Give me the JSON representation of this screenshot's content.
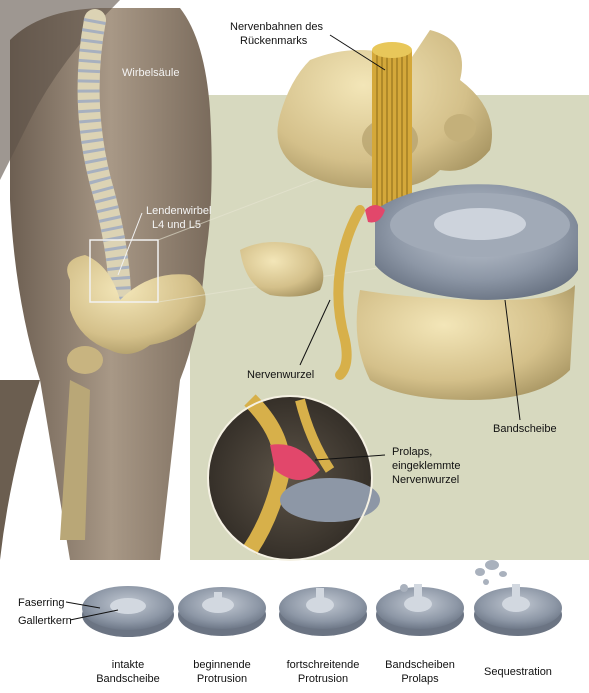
{
  "labels": {
    "spinal_tracts": [
      "Nervenbahnen des",
      "Rückenmarks"
    ],
    "spine": "Wirbelsäule",
    "lumbar": [
      "Lendenwirbel",
      "L4 und L5"
    ],
    "nerve_root": "Nervenwurzel",
    "disc": "Bandscheibe",
    "prolapse": [
      "Prolaps,",
      "eingeklemmte",
      "Nervenwurzel"
    ],
    "fiber_ring": "Faserring",
    "nucleus": "Gallertkern"
  },
  "stages": [
    {
      "line1": "intakte",
      "line2": "Bandscheibe"
    },
    {
      "line1": "beginnende",
      "line2": "Protrusion"
    },
    {
      "line1": "fortschreitende",
      "line2": "Protrusion"
    },
    {
      "line1": "Bandscheiben",
      "line2": "Prolaps"
    },
    {
      "line1": "Sequestration",
      "line2": ""
    }
  ],
  "colors": {
    "background_panel": "#d7d9bf",
    "skin": "#9a8a78",
    "bone": "#d9c796",
    "disc": "#8c96a4",
    "nerve": "#d7b04a",
    "prolapse": "#e2476b"
  }
}
